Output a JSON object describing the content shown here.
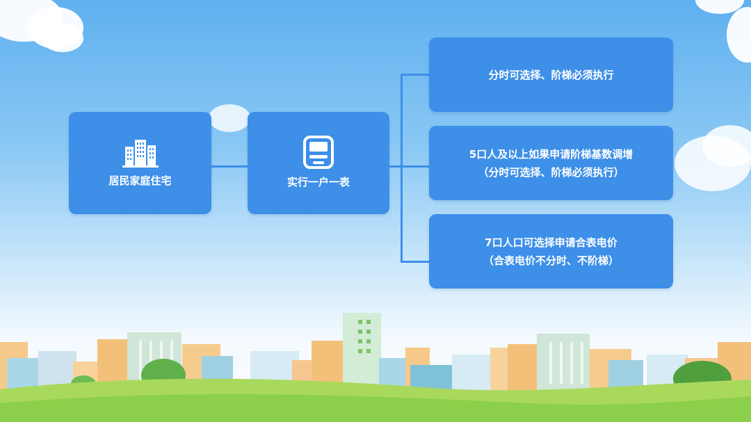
{
  "diagram": {
    "left_box": {
      "label": "居民家庭住宅",
      "icon": "building-icon"
    },
    "middle_box": {
      "label": "实行一户一表",
      "icon": "meter-icon"
    },
    "right_boxes": [
      {
        "line1": "分时可选择、阶梯必须执行",
        "line2": ""
      },
      {
        "line1": "5口人及以上如果申请阶梯基数调增",
        "line2": "（分时可选择、阶梯必须执行）"
      },
      {
        "line1": "7口人口可选择申请合表电价",
        "line2": "（合表电价不分时、不阶梯）"
      }
    ]
  },
  "colors": {
    "box": "#3d8fe8",
    "connector": "#3d8fe8",
    "sky_top": "#5fb0ef",
    "grass": "#8ccf4a"
  }
}
